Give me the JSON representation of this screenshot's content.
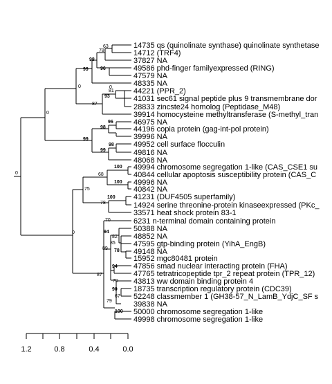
{
  "chart_data": {
    "type": "phylogenetic-tree",
    "axis": {
      "reversed": true,
      "ticks": [
        "1.2",
        "0.8",
        "0.4",
        "0.0"
      ]
    },
    "leaves": [
      "14735 qs (quinolinate synthase) quinolinate synthetase",
      "14712 (TRF4)",
      "37827 NA",
      "49586 phd-finger familyexpressed (RING)",
      "47579 NA",
      "48335 NA",
      "44221 (PPR_2)",
      "41031 sec61 signal peptide plus 9 transmembrane dor",
      "28833 zincste24 homolog (Peptidase_M48)",
      "39914 homocysteine methyltransferase (S-methyl_tran",
      "46975 NA",
      "44196 copia protein (gag-int-pol protein)",
      "39996 NA",
      "49952 cell surface flocculin",
      "49816 NA",
      "48068 NA",
      "49994 chromosome segregation 1-like (CAS_CSE1 su",
      "40844 cellular apoptosis susceptibility protein (CAS_C",
      "49996 NA",
      "40842 NA",
      "41231 (DUF4505 superfamily)",
      "14924 serine threonine-protein kinaseexpressed (PKc_",
      "33571 heat shock protein 83-1",
      "6231 n-terminal domain containing protein",
      "50388 NA",
      "48852 NA",
      "47595 gtp-binding protein (YihA_EngB)",
      "49148 NA",
      "15952 mgc80481 protein",
      "47856 smad nuclear interacting protein (FHA)",
      "47765 tetratricopeptide tpr_2 repeat protein (TPR_12)",
      "43813 ww domain binding protein 4",
      "18735 transcription regulatory protein (CDC39)",
      "52248 classmember 1 (GH38-57_N_LamB_YdjC_SF s",
      "39838 NA",
      "50000 chromosome segregation 1-like",
      "49998 chromosome segregation 1-like"
    ],
    "support_labels": [
      "0",
      "0",
      "0",
      "0",
      "0",
      "63",
      "78",
      "98",
      "96",
      "99",
      "81",
      "93",
      "87",
      "96",
      "98",
      "98",
      "99",
      "99",
      "100",
      "68",
      "100",
      "75",
      "100",
      "78",
      "70",
      "94",
      "82",
      "85",
      "78",
      "89",
      "94",
      "87",
      "70",
      "90",
      "67",
      "79",
      "100"
    ]
  }
}
